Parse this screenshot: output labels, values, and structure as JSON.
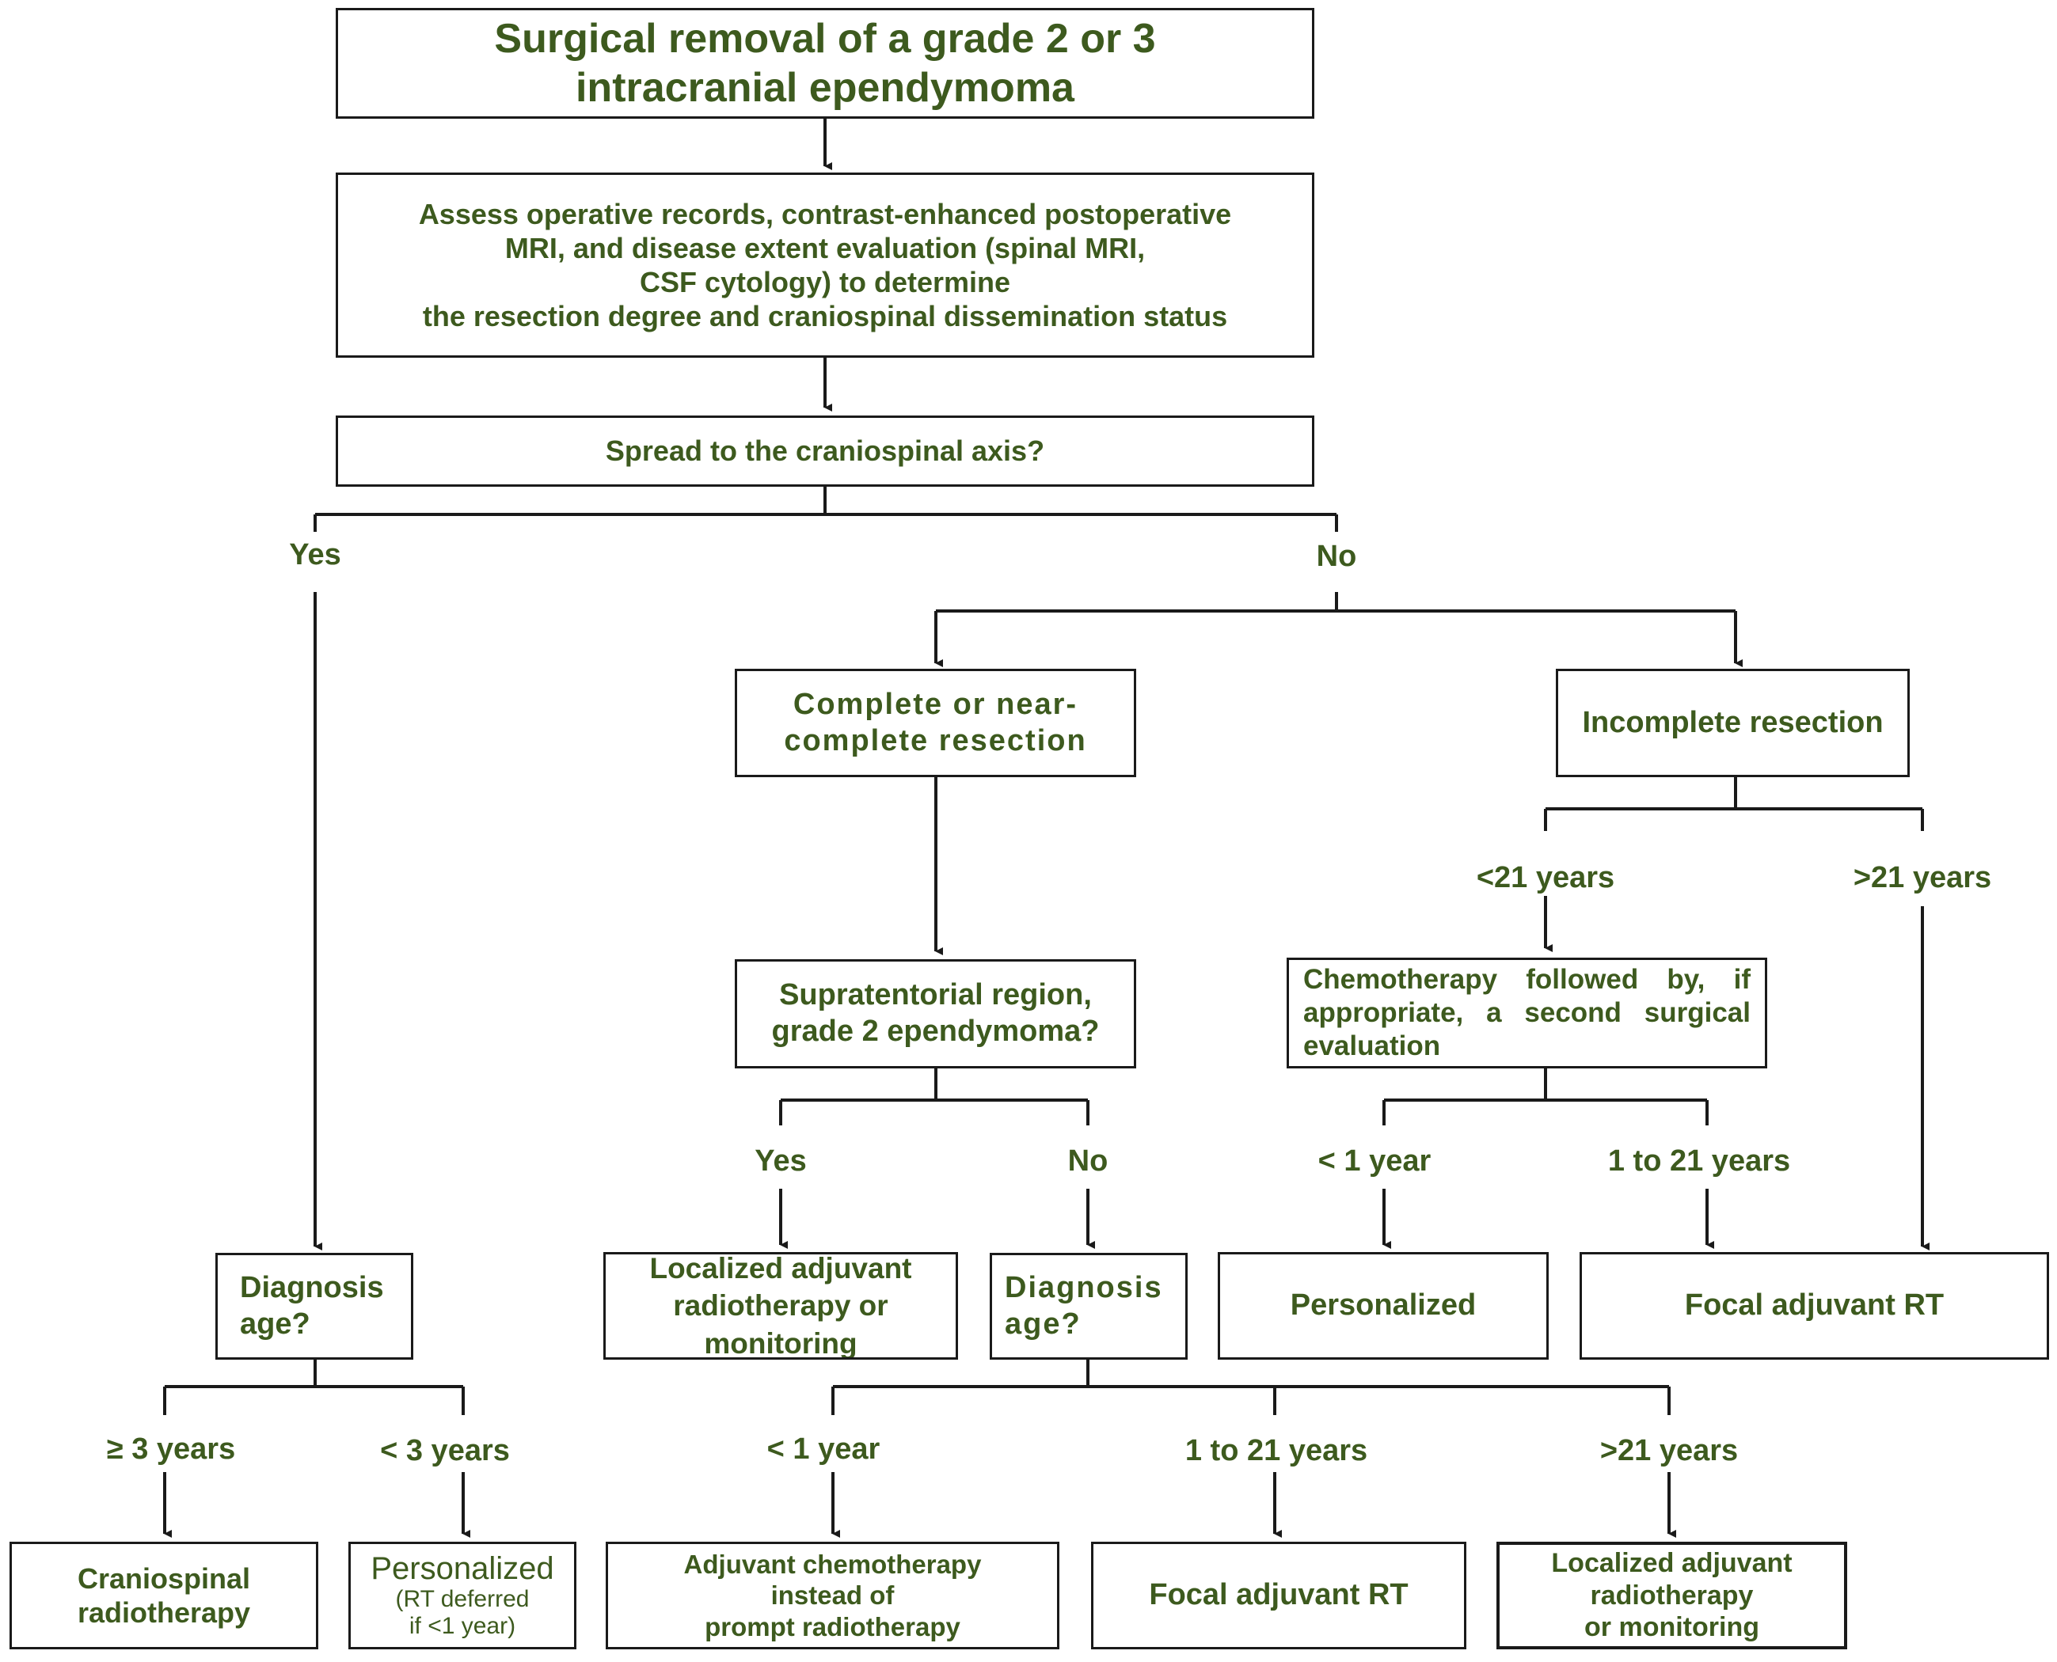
{
  "colors": {
    "text": "#3d5a1e",
    "line": "#1a1a1a"
  },
  "boxes": {
    "root": "Surgical removal of a grade 2 or 3\nintracranial ependymoma",
    "assess": "Assess operative records, contrast-enhanced postoperative\nMRI, and disease extent evaluation (spinal MRI,\nCSF cytology) to determine\nthe resection degree and craniospinal dissemination status",
    "spread": "Spread to the craniospinal axis?",
    "complete": "Complete or near-\ncomplete resection",
    "incomplete": "Incomplete resection",
    "supratentorial": "Supratentorial region,\ngrade 2 ependymoma?",
    "chemo_followed": "Chemotherapy followed by, if appropriate, a second surgical evaluation",
    "diag_age_left": "Diagnosis\nage?",
    "localized_mid": "Localized adjuvant\nradiotherapy or\nmonitoring",
    "diag_age_mid": "Diagnosis\nage?",
    "personalized_right": "Personalized",
    "focal_right": "Focal adjuvant RT",
    "craniospinal": "Craniospinal\nradiotherapy",
    "personalized_bottom": "Personalized",
    "personalized_bottom_note": "(RT deferred\nif <1 year)",
    "adjuvant_chemo": "Adjuvant chemotherapy\ninstead of\nprompt radiotherapy",
    "focal_bottom": "Focal adjuvant RT",
    "localized_bottom": "Localized adjuvant\nradiotherapy\nor monitoring"
  },
  "labels": {
    "yes_top": "Yes",
    "no_top": "No",
    "lt21": "<21 years",
    "gt21_top": ">21 years",
    "yes_mid": "Yes",
    "no_mid": "No",
    "lt1_right": "< 1 year",
    "y1to21_right": "1 to 21 years",
    "ge3": "≥ 3 years",
    "lt3": "< 3 years",
    "lt1_bottom": "< 1 year",
    "y1to21_bottom": "1 to 21 years",
    "gt21_bottom": ">21 years"
  }
}
